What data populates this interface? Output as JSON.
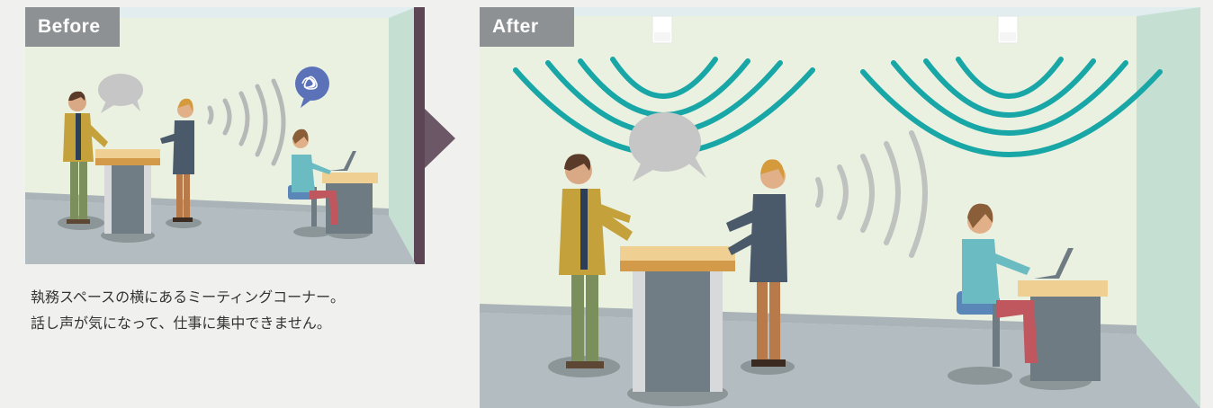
{
  "before": {
    "label": "Before",
    "caption_line1": "執務スペースの横にあるミーティングコーナー。",
    "caption_line2": "話し声が気になって、仕事に集中できません。"
  },
  "after": {
    "label": "After"
  },
  "colors": {
    "wall": "#eaf1e0",
    "floor": "#b3bcc0",
    "side_wall": "#c5dfd3",
    "sound_wave": "#18a6a7",
    "label_bg": "#8d9193",
    "arrow": "#6b5766",
    "speech_bubble": "#c6c6c6",
    "noise_bubble": "#5b72b8"
  },
  "icons": [
    "speech-bubble-icon",
    "noise-bubble-icon",
    "arrow-right-icon",
    "ceiling-speaker-icon",
    "laptop-icon"
  ]
}
